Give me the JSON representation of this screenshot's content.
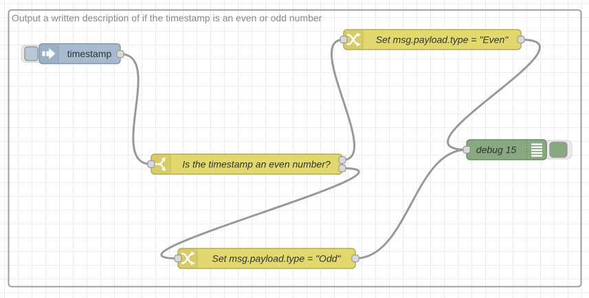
{
  "workspace": {
    "group_label": "Output a written description of if the timestamp is an even or odd number"
  },
  "colors": {
    "inject_fill": "#a6bbcf",
    "switch_fill": "#e2d96e",
    "change_fill": "#e2d96e",
    "debug_fill": "#87a980",
    "wire": "#999999",
    "port_fill": "#d9d9d9"
  },
  "nodes": [
    {
      "type": "inject",
      "label": "timestamp",
      "outputs": 1
    },
    {
      "type": "switch",
      "label": "Is the timestamp an even number?",
      "outputs": 2
    },
    {
      "type": "change",
      "label": "Set msg.payload.type = \"Even\"",
      "outputs": 1
    },
    {
      "type": "change",
      "label": "Set msg.payload.type = \"Odd\"",
      "outputs": 1
    },
    {
      "type": "debug",
      "label": "debug 15",
      "outputs": 0
    }
  ],
  "wires": [
    {
      "from": "timestamp",
      "to": "Is the timestamp an even number?"
    },
    {
      "from": "Is the timestamp an even number? (output 1)",
      "to": "Set msg.payload.type = \"Even\""
    },
    {
      "from": "Is the timestamp an even number? (output 2)",
      "to": "Set msg.payload.type = \"Odd\""
    },
    {
      "from": "Set msg.payload.type = \"Even\"",
      "to": "debug 15"
    },
    {
      "from": "Set msg.payload.type = \"Odd\"",
      "to": "debug 15"
    }
  ]
}
